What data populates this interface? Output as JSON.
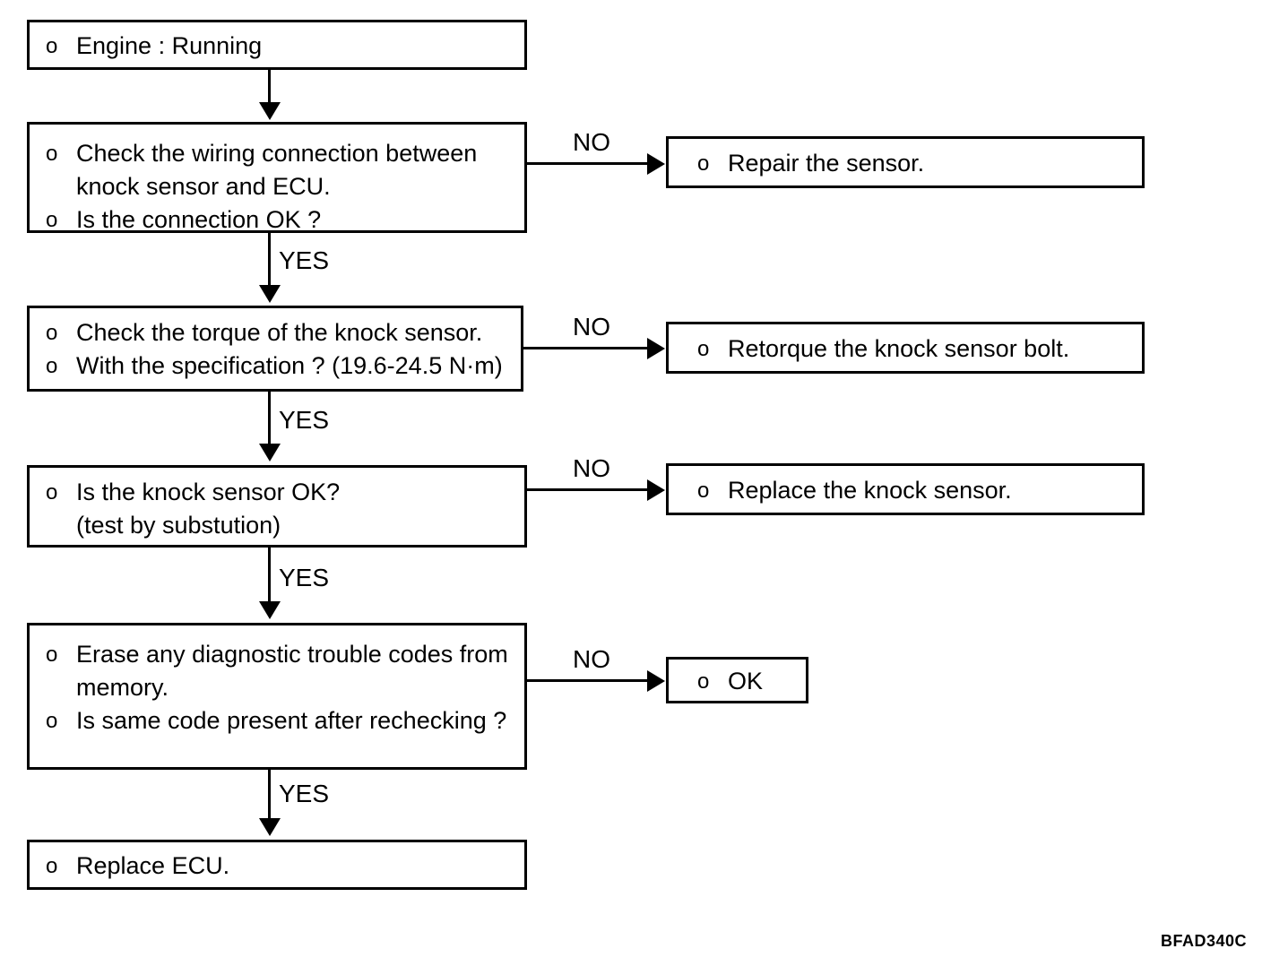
{
  "diagram": {
    "type": "flowchart",
    "reference_code": "BFAD340C",
    "bullet_marker": "o",
    "nodes": {
      "start": {
        "lines": [
          "Engine : Running"
        ]
      },
      "check_wiring": {
        "lines": [
          "Check the wiring connection between",
          "knock sensor and ECU.",
          "Is the connection OK ?"
        ]
      },
      "repair_sensor": {
        "lines": [
          "Repair the sensor."
        ]
      },
      "check_torque": {
        "lines": [
          "Check the torque of the knock sensor.",
          "With the specification ? (19.6-24.5 N·m)"
        ]
      },
      "retorque_bolt": {
        "lines": [
          "Retorque the knock sensor bolt."
        ]
      },
      "sensor_ok": {
        "lines": [
          "Is the knock sensor OK?",
          "(test by substution)"
        ]
      },
      "replace_sensor": {
        "lines": [
          "Replace the knock sensor."
        ]
      },
      "erase_codes": {
        "lines": [
          "Erase any diagnostic trouble codes from",
          "memory.",
          "Is same code present after rechecking ?"
        ]
      },
      "ok": {
        "lines": [
          "OK"
        ]
      },
      "replace_ecu": {
        "lines": [
          "Replace ECU."
        ]
      }
    },
    "edges": {
      "no_1": "NO",
      "no_2": "NO",
      "no_3": "NO",
      "no_4": "NO",
      "yes_1": "YES",
      "yes_2": "YES",
      "yes_3": "YES",
      "yes_4": "YES"
    }
  }
}
